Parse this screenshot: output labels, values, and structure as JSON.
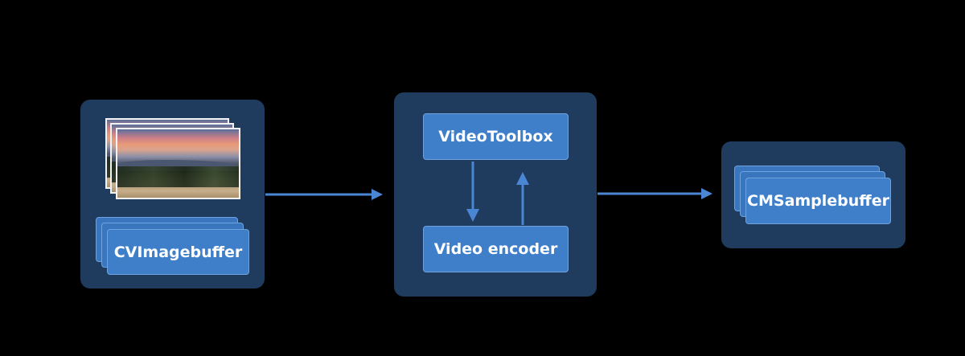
{
  "nodes": {
    "cvimagebuffer": "CVImagebuffer",
    "videotoolbox": "VideoToolbox",
    "video_encoder": "Video encoder",
    "cmsamplebuffer": "CMSamplebuffer"
  },
  "colors": {
    "background": "#000000",
    "panel": "#1f3b5e",
    "box": "#3f7fc9",
    "arrow": "#4a86d4",
    "text": "#ffffff"
  }
}
